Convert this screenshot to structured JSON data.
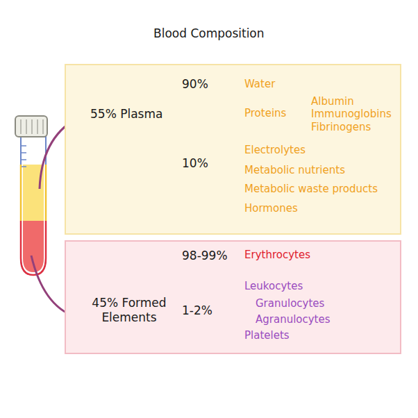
{
  "diagram": {
    "title": "Blood Composition",
    "nodes": [
      {
        "text": [
          "55% Plasma"
        ]
      },
      {
        "text": [
          "45% Formed Elements"
        ]
      }
    ],
    "labels": [
      "90%",
      "Water",
      "Proteins",
      "Albumin",
      "Immunoglobins",
      "Fibrinogens",
      "10%",
      "Electrolytes",
      "Metabolic nutrients",
      "Metabolic waste products",
      "Hormones",
      "98-99%",
      "Erythrocytes",
      "1-2%",
      "Leukocytes",
      "Granulocytes",
      "Agranulocytes",
      "Platelets"
    ]
  }
}
